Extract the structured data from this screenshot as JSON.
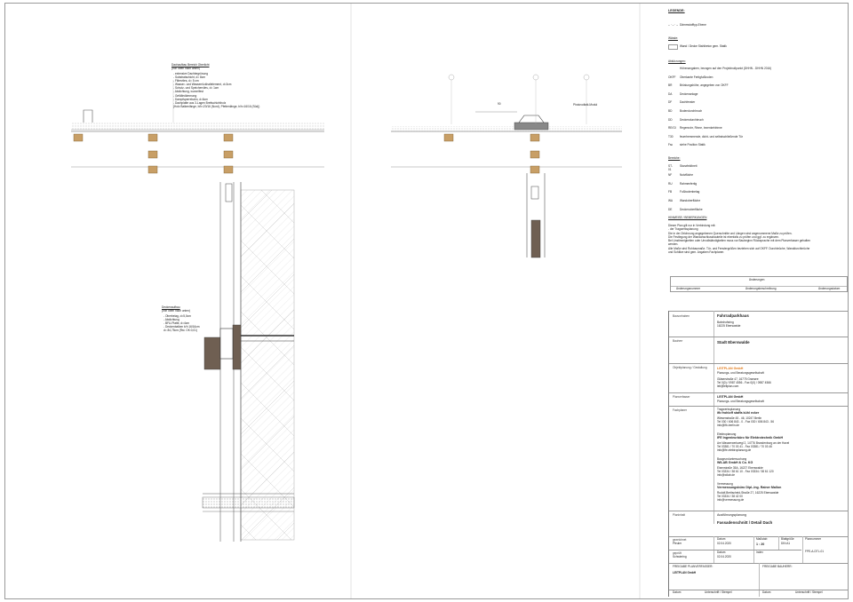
{
  "drawing": {
    "roof_layers": {
      "title": "Dachaufbau Bereich Oberlicht",
      "subtitle": "(von oben nach unten)",
      "items": [
        "- extensive Dachbegrünung",
        "- Substratschicht, d= 8cm",
        "- Filtervlies, d= 5 cm",
        "- Wasser- und Wasserrückhaltelement, d=3cm",
        "- Schutz- und Speichervlies, d= 1cm",
        "- Abdichtung, wurzelfest",
        "- Gefälledämmung",
        "- Dampfsperrebahn, d=6cm",
        "- Dachplatte aus 3-Lagen Brettschichtholz",
        "  (Holz Balkenlänge, b/h=20/16 (Nord), Pfettenlänge, b/h=16/16 (Süd))"
      ]
    },
    "wall_layers": {
      "title": "Deckenaufbau",
      "subtitle": "(von oben nach unten)",
      "items": [
        "- Oberbelag, d=5,0cm",
        "- Abdichtung",
        "- BFU-Platte, d=4cm",
        "- Deckenbalken b/h 16/16cm",
        "  d= 84,75cm (Rst. OK:0,01)"
      ]
    },
    "callouts": {
      "skylight": "Photovoltaik-Modul",
      "dim": "90"
    }
  },
  "legend": {
    "title": "LEGENDE:",
    "line_label": "Dämmstofftyp-Ebene",
    "walls_title": "Wände:",
    "walls_item": "Wand / Decke Stahlbeton gem. Statik",
    "abbrev_title": "Abkürzungen:",
    "abbrev": [
      {
        "k": "",
        "v": "Höhenangaben, bezogen auf den Projektnullpunkt (DHHN - DHHN 2016)"
      },
      {
        "k": "OKFF",
        "v": "Oberkante Fertigfußboden"
      },
      {
        "k": "BR",
        "v": "Brüstungshöhe, angegeben von OKFF"
      },
      {
        "k": "DA",
        "v": "Deckenanlage"
      },
      {
        "k": "DF",
        "v": "Dachfenster"
      },
      {
        "k": "BD",
        "v": "Bodendurchbruch"
      },
      {
        "k": "DD",
        "v": "Deckendurchbruch"
      },
      {
        "k": "RE/GI",
        "v": "Regenrohr, Rinne, Innenkehlrinne"
      },
      {
        "k": "T30",
        "v": "feuerhemmende, dicht- und selbstschließende Tür"
      },
      {
        "k": "Fsc",
        "v": "siehe Position Statik"
      }
    ],
    "areas_title": "Bereiche:",
    "areas": [
      {
        "k": "ST-01",
        "v": "Stanzfeldbreit"
      },
      {
        "k": "NF",
        "v": "Nutzfläche"
      },
      {
        "k": "RU",
        "v": "Rahmenfertig"
      },
      {
        "k": "FB",
        "v": "Fußbodenbelag"
      },
      {
        "k": "WA",
        "v": "Wandoberfläche"
      },
      {
        "k": "DE",
        "v": "Deckenoberfläche"
      }
    ],
    "notes_title": "HINWEISE / BEMERKUNGEN",
    "notes": [
      "Dieser Plan gilt nur in Verbindung mit:",
      "- der Tragwerksplanung",
      "Die in der Zeichnung angegebenen Querschnitte und Längen sind angenommene Maße zu prüfen.",
      "Die Festlegung der Wandanschlussbauteile ist ebenfalls zu prüfen und ggf. zu ergänzen.",
      "Bei Unstimmigkeiten oder Unvollständigkeiten muss vor Baubeginn Rücksprache mit dem Planverfasser gehalten",
      "werden.",
      "Alle Maße sind Rohbaumaße. Tür- und Fenstergrößen beziehen sich auf OKFF. Durchbrüche, Wanddurchbrüche",
      "und Schlitze sind gem. Angaben Fachplaner."
    ],
    "changes": {
      "title": "Änderungen",
      "col1": "Änderungsnummer",
      "col2": "Änderungsbeschreibung",
      "col3": "Änderungsdatum"
    }
  },
  "titleblock": {
    "project_label": "Bauvorhaben",
    "project_name": "Fahrradparkhaus",
    "project_addr1": "Bahnhofsring",
    "project_addr2": "16225 Eberswalde",
    "client_label": "Bauherr",
    "client": "Stadt Eberswalde",
    "design_label": "Objektplanung / Gestaltung",
    "design_firm": "LEITPLAN GmbH",
    "design_sub": "Planungs- und Beratungsgesellschaft",
    "design_addr": "Gläserstraße 47, 16775 Gransee",
    "design_tel": "Tel 0(0) / 0987 4556 - Fax 0(0) / 0987 4566",
    "design_mail": "leit@leitplan.com",
    "planner_label": "Planverfasser",
    "planner_firm": "LEITPLAN GmbH",
    "planner_sub": "Planungs- und Beratungsgesellschaft",
    "specialist_label": "Fachplaner",
    "structural_label": "Tragwerksplanung",
    "structural_firm": "ifb frohloff staffa kühl ecker",
    "structural_addr": "Wiesenstraße 45 - 46, 10247 Berlin",
    "structural_tel": "Tel 030 / 606 843 - 0 - Fax 030 / 606 843 - 56",
    "structural_mail": "info@ifb-berlin.de",
    "electrical_label": "Elektroplanung",
    "electrical_firm": "IFE Ingenieurbüro für Elektrotechnik GmbH",
    "electrical_addr": "Am Wasserwerkwegl 2, 14776 Brandenburg an der Havel",
    "electrical_tel": "Tel 03381 / 70 03 41 - Fax 03381 / 70 03 46",
    "electrical_mail": "info@ife-elektroplanung.de",
    "building_label": "Baugrunduntersuchung",
    "building_firm": "WILAB GmbH & Co. KG",
    "building_addr": "Eisenstraße 35A, 16227 Eberswalde",
    "building_tel": "Tel 03334 / 38 61 10 - Fax 03334 / 38 61 120",
    "building_mail": "info@wilab.de",
    "survey_label": "Vermessung",
    "survey_firm": "Vermessungsbüro Dipl.-Ing. Rainer Mallon",
    "survey_addr": "Rudolf-Breitscheid-Straße 27, 16225 Eberswalde",
    "survey_tel": "Tel 03334 / 38 42 00",
    "survey_mail": "info@vermessung.de",
    "phase_label": "Planinhalt",
    "phase": "Ausführungsplanung",
    "content": "Fassadenschnitt / Detail Dach",
    "drawn_label": "gezeichnet",
    "drawn_by": "Pfeuler",
    "checked_label": "geprüft",
    "checked_by": "Schwiering",
    "date_label": "Datum",
    "date1": "02.04.2020",
    "date2": "02.04.2020",
    "scale_label": "Maßstab",
    "scale": "1 : 20",
    "format_label": "Blattgröße",
    "format": "DIN A1",
    "planno_label": "Plannummer",
    "planno": "FPE-A-DTL-01",
    "index_label": "Index",
    "release_planner": "FREIGABE PLANVERFASSER:",
    "release_planner_firm": "LEITPLAN GmbH",
    "release_client": "FREIGABE BAUHERR:",
    "sign_place": "Datum",
    "sign_name": "Unterschrift / Stempel"
  }
}
